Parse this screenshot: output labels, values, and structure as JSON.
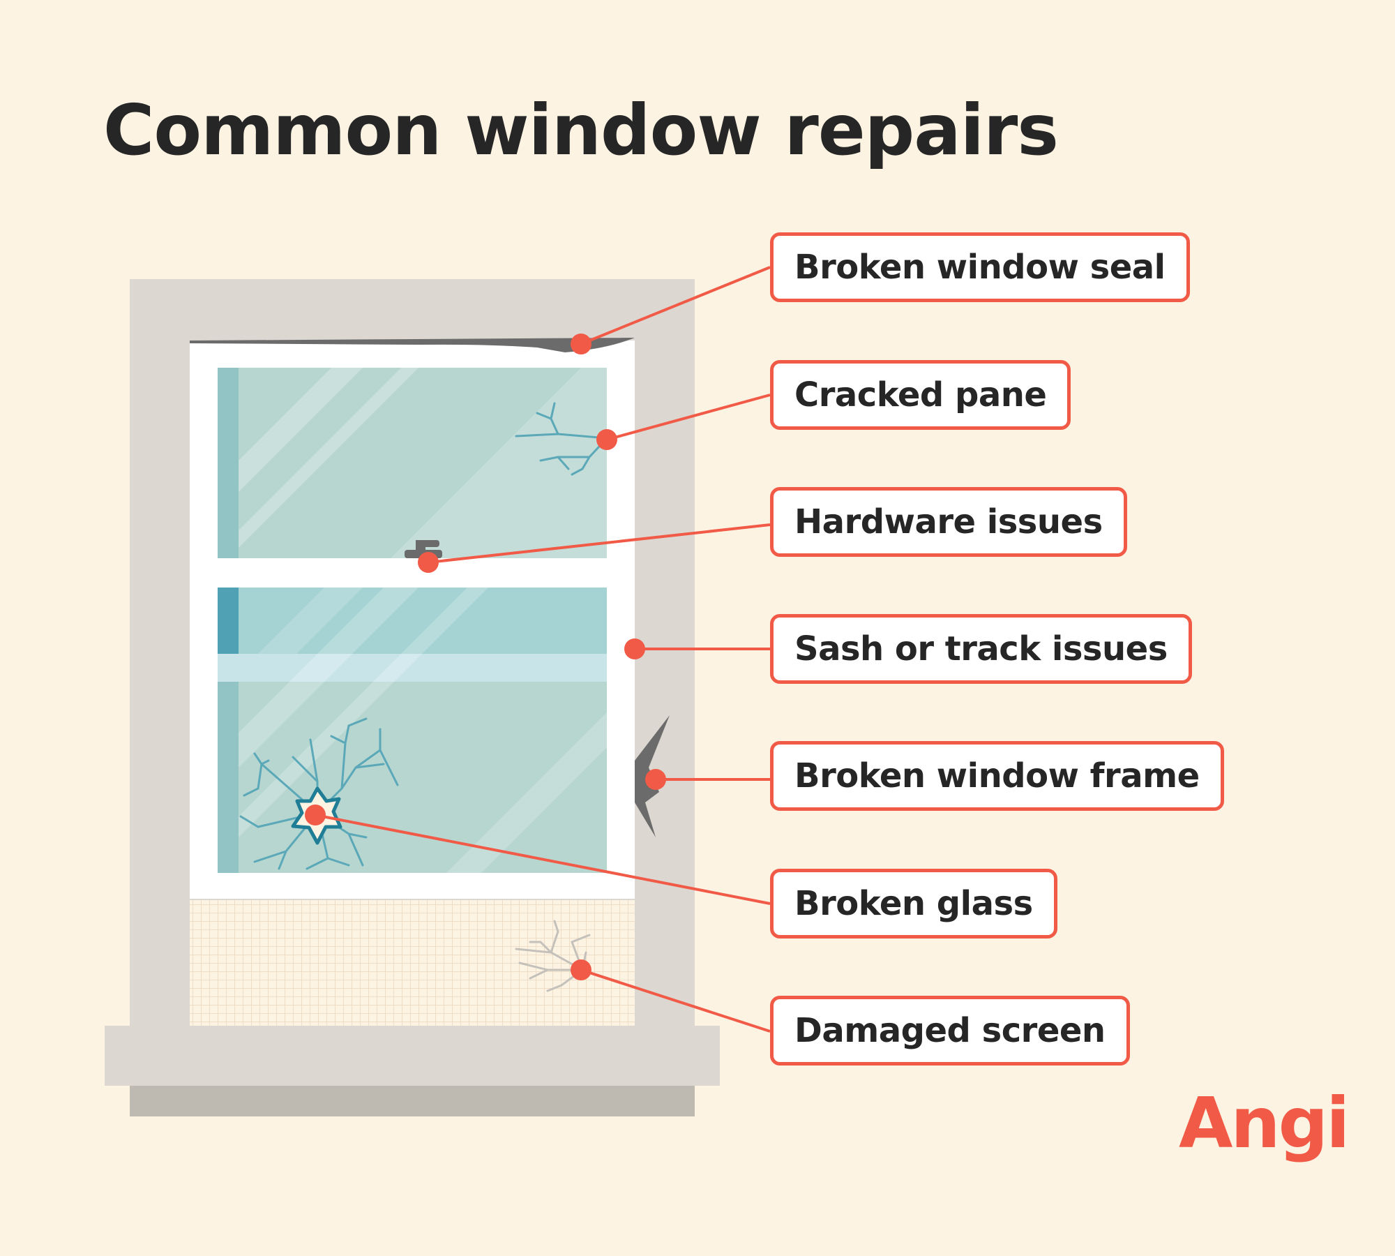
{
  "title": "Common window repairs",
  "labels": [
    "Broken window seal",
    "Cracked pane",
    "Hardware issues",
    "Sash or track issues",
    "Broken window frame",
    "Broken glass",
    "Damaged screen"
  ],
  "brand": "Angi",
  "colors": {
    "background": "#fdf3e3",
    "accent": "#f15a47",
    "wall": "#dcd8d1",
    "sill_shadow": "#bebab2",
    "sash": "#ffffff",
    "glass": "#b7d6d0",
    "text": "#262626"
  }
}
